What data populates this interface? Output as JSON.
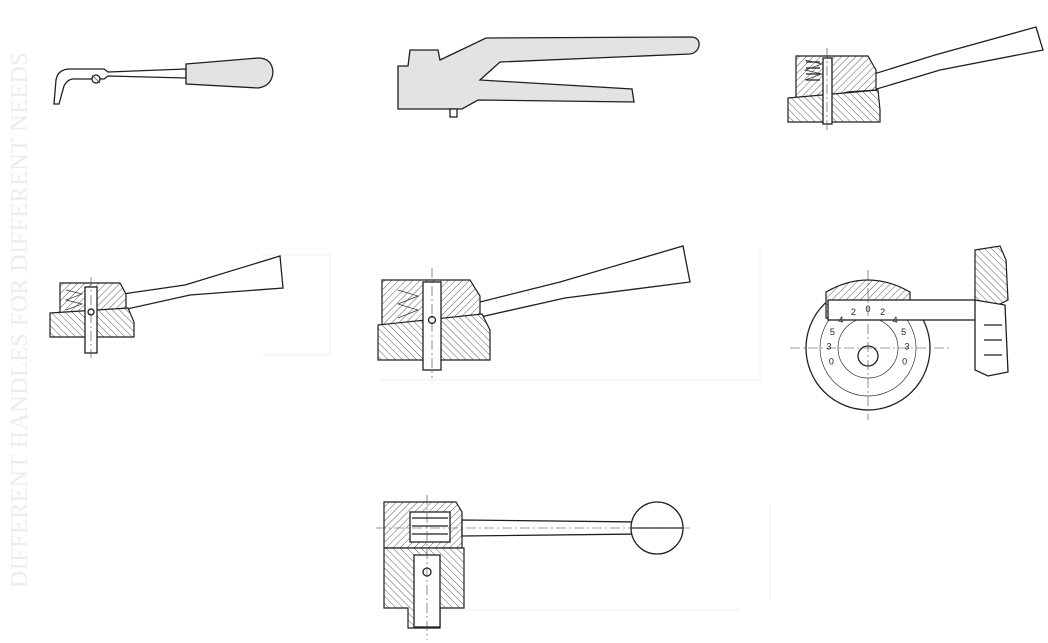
{
  "side_label": "DIFFERENT HANDLES FOR DIFFERENT NEEDS",
  "dial_numbers": [
    "0",
    "3",
    "5",
    "4",
    "2",
    "0",
    "2",
    "4",
    "5",
    "3",
    "0"
  ]
}
